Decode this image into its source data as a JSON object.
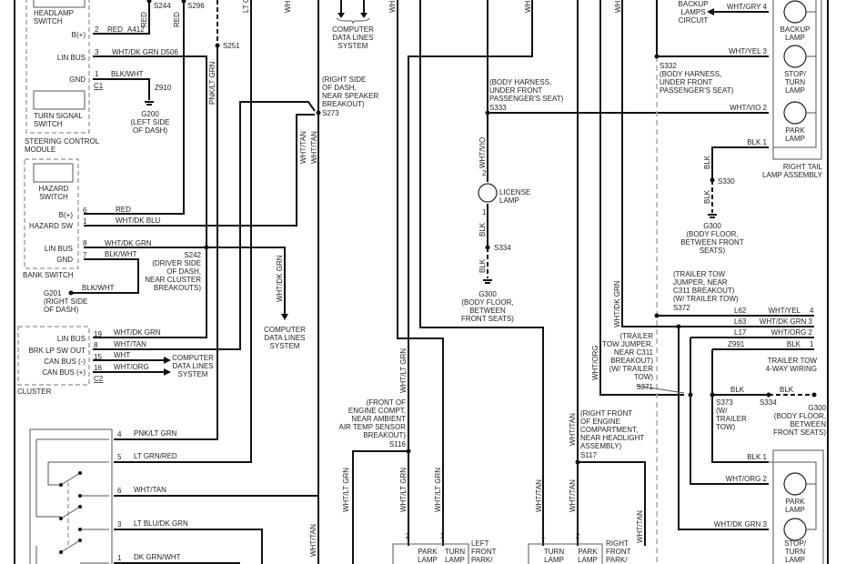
{
  "components": {
    "headlamp_switch": [
      "HEADLAMP",
      "SWITCH"
    ],
    "turn_signal_switch": [
      "TURN SIGNAL",
      "SWITCH"
    ],
    "steering_control_module": [
      "STEERING CONTROL",
      "MODULE"
    ],
    "hazard_switch": [
      "HAZARD",
      "SWITCH"
    ],
    "bank_switch": "BANK SWITCH",
    "cluster": "CLUSTER",
    "license_lamp": [
      "LICENSE",
      "LAMP"
    ],
    "backup_lamp": [
      "BACKUP",
      "LAMP"
    ],
    "stop_turn_lamp": [
      "STOP/",
      "TURN",
      "LAMP"
    ],
    "park_lamp": [
      "PARK",
      "LAMP"
    ],
    "turn_lamp": [
      "TURN",
      "LAMP"
    ],
    "right_tail_lamp_assembly": [
      "RIGHT TAIL",
      "LAMP ASSEMBLY"
    ],
    "trailer_tow_wiring": [
      "TRAILER TOW",
      "4-WAY WIRING"
    ],
    "left_front_park": [
      "LEFT",
      "FRONT",
      "PARK/"
    ],
    "right_front_park": [
      "RIGHT",
      "FRONT",
      "PARK/"
    ],
    "computer_data_lines": [
      "COMPUTER",
      "DATA LINES",
      "SYSTEM"
    ],
    "backup_lamps_circuit": [
      "BACKUP",
      "LAMPS",
      "CIRCUIT"
    ]
  },
  "pins": {
    "scm_bplus": "B(+)",
    "scm_linbus": "LIN BUS",
    "scm_gnd": "GND",
    "scm_c1": "C1",
    "hz_bplus": "B(+)",
    "hz_sw": "HAZARD SW",
    "bank_linbus": "LIN BUS",
    "bank_gnd": "GND",
    "cl_linbus": "LIN BUS",
    "cl_brk": "BRK LP SW OUT",
    "cl_canm": "CAN BUS (-)",
    "cl_canp": "CAN BUS (+)",
    "cl_c2": "C2",
    "n2": "2",
    "n3": "3",
    "n1": "1",
    "n6": "6",
    "n8": "8",
    "n7": "7",
    "n19": "19",
    "n15": "15",
    "n16": "16",
    "n4": "4",
    "n5": "5"
  },
  "wires": {
    "red_a412": "RED",
    "a412": "A412",
    "wht_dkgrn_d506": "WHT/DK GRN D506",
    "blk_wht": "BLK/WHT",
    "z910": "Z910",
    "red": "RED",
    "wht_dkblu": "WHT/DK BLU",
    "wht_dkgrn": "WHT/DK GRN",
    "wht_tan": "WHT/TAN",
    "wht": "WHT",
    "wht_org": "WHT/ORG",
    "pnk_ltgrn": "PNK/LT GRN",
    "ltgrn_red": "LT GRN/RED",
    "ltblu_dkgrn": "LT BLU/DK GRN",
    "dkgrn_wht": "DK GRN/WHT",
    "wht_ltgrn": "WHT/LT GRN",
    "wht_vio": "WHT/VIO",
    "blk": "BLK",
    "lt_g": "LT G",
    "wh": "WH",
    "wht_gry_4": "WHT/GRY 4",
    "wht_yel_3": "WHT/YEL 3",
    "wht_vio_2": "WHT/VIO 2",
    "blk_1": "BLK 1",
    "l62": "L62",
    "l63": "L63",
    "l17": "L17",
    "z991": "Z991",
    "wht_yel": "WHT/YEL",
    "wht_org_2": "WHT/ORG  2",
    "wht_dkgrn_3": "WHT/DK GRN  3"
  },
  "splices": {
    "s244": "S244",
    "s296": "S296",
    "s251": "S251",
    "s334": "S334",
    "s330": "S330",
    "s242": [
      "S242",
      "(DRIVER SIDE",
      "OF DASH,",
      "NEAR CLUSTER",
      "BREAKOUTS)"
    ],
    "s273": [
      "(RIGHT SIDE",
      "OF DASH,",
      "NEAR SPEAKER",
      "BREAKOUT)",
      "S273"
    ],
    "s333": [
      "(BODY HARNESS,",
      "UNDER FRONT",
      "PASSENGER'S SEAT)",
      "S333"
    ],
    "s332": [
      "S332",
      "(BODY HARNESS,",
      "UNDER FRONT",
      "PASSENGER'S SEAT)"
    ],
    "s372": [
      "(TRAILER TOW",
      "JUMPER, NEAR",
      "C311 BREAKOUT)",
      "(W/ TRAILER TOW)",
      "S372"
    ],
    "s371": [
      "(TRAILER",
      "TOW JUMPER,",
      "NEAR C311",
      "BREAKOUT)",
      "(W/ TRAILER",
      "TOW)",
      "S371"
    ],
    "s373": [
      "S373",
      "(W/",
      "TRAILER",
      "TOW)"
    ],
    "s116": [
      "(FRONT OF",
      "ENGINE COMPT,",
      "NEAR AMBIENT",
      "AIR TEMP SENSOR",
      "BREAKOUT)",
      "S116"
    ],
    "s117": [
      "(RIGHT FRONT",
      "OF ENGINE",
      "COMPARTMENT,",
      "NEAR HEADLIGHT",
      "ASSEMBLY)",
      "S117"
    ]
  },
  "grounds": {
    "g200": [
      "G200",
      "(LEFT SIDE",
      "OF DASH)"
    ],
    "g201": [
      "G201",
      "(RIGHT SIDE",
      "OF DASH)"
    ],
    "g300a": [
      "G300",
      "(BODY FLOOR,",
      "BETWEEN",
      "FRONT SEATS)"
    ],
    "g300b": [
      "G300",
      "(BODY FLOOR,",
      "BETWEEN FRONT",
      "SEATS)"
    ],
    "g300c": [
      "G300",
      "(BODY FLOOR,",
      "BETWEEN",
      "FRONT SEATS)"
    ]
  }
}
